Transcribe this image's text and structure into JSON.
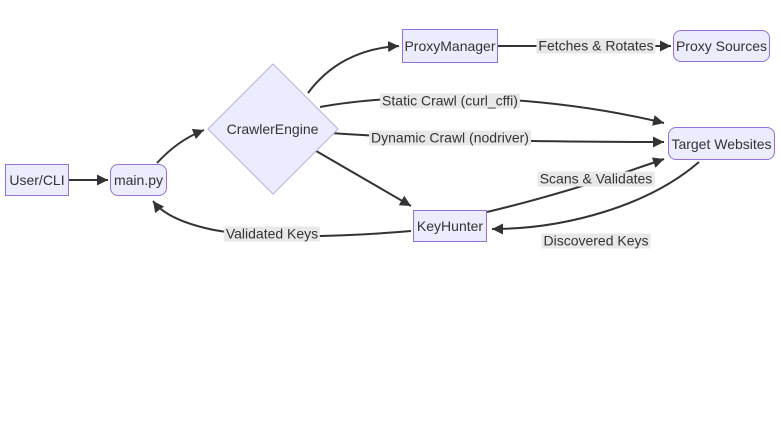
{
  "diagram": {
    "type": "flowchart",
    "direction": "left-to-right",
    "nodes": [
      {
        "id": "user-cli",
        "label": "User/CLI",
        "shape": "rect"
      },
      {
        "id": "main-py",
        "label": "main.py",
        "shape": "rounded"
      },
      {
        "id": "crawler-engine",
        "label": "CrawlerEngine",
        "shape": "diamond"
      },
      {
        "id": "proxy-manager",
        "label": "ProxyManager",
        "shape": "rect"
      },
      {
        "id": "proxy-sources",
        "label": "Proxy Sources",
        "shape": "rounded"
      },
      {
        "id": "target-websites",
        "label": "Target Websites",
        "shape": "rounded"
      },
      {
        "id": "key-hunter",
        "label": "KeyHunter",
        "shape": "rect"
      }
    ],
    "edges": [
      {
        "from": "User/CLI",
        "to": "main.py",
        "label": ""
      },
      {
        "from": "main.py",
        "to": "CrawlerEngine",
        "label": ""
      },
      {
        "from": "CrawlerEngine",
        "to": "ProxyManager",
        "label": ""
      },
      {
        "from": "ProxyManager",
        "to": "Proxy Sources",
        "label": "Fetches & Rotates"
      },
      {
        "from": "CrawlerEngine",
        "to": "Target Websites",
        "label": "Static Crawl (curl_cffi)"
      },
      {
        "from": "CrawlerEngine",
        "to": "Target Websites",
        "label": "Dynamic Crawl (nodriver)"
      },
      {
        "from": "CrawlerEngine",
        "to": "KeyHunter",
        "label": ""
      },
      {
        "from": "KeyHunter",
        "to": "Target Websites",
        "label": "Scans & Validates"
      },
      {
        "from": "Target Websites",
        "to": "KeyHunter",
        "label": "Discovered Keys"
      },
      {
        "from": "KeyHunter",
        "to": "main.py",
        "label": "Validated Keys"
      }
    ],
    "colors": {
      "node_fill": "#ECECFF",
      "node_border": "#9370DB",
      "edge_stroke": "#333333",
      "edge_label_bg": "#e8e8e8",
      "text": "#333333",
      "background": "#ffffff"
    }
  }
}
